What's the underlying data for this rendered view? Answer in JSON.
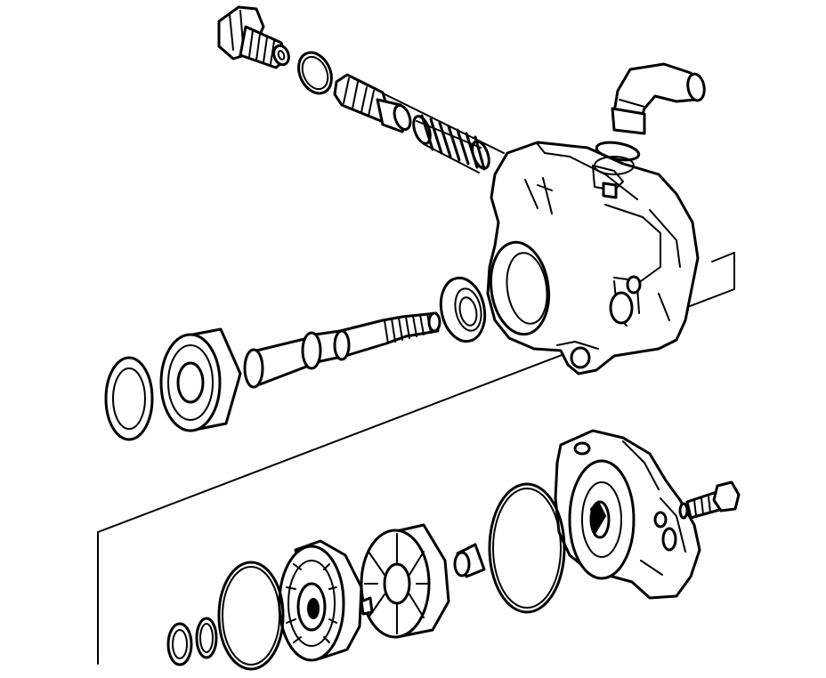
{
  "diagram": {
    "kind": "exploded-view",
    "colors": {
      "line": "#000000",
      "background": "#ffffff"
    },
    "parts": [
      "union-fitting",
      "o-ring-small",
      "flow-control-valve",
      "valve-spring",
      "hose-connector",
      "o-ring-connector",
      "pump-housing",
      "oil-seal",
      "drive-shaft",
      "bearing",
      "snap-ring",
      "end-cover",
      "bolt",
      "o-ring-large",
      "dowel-pin",
      "cam-ring",
      "rotor",
      "front-side-plate",
      "o-ring-rear",
      "seal-ring-a",
      "seal-ring-b"
    ]
  }
}
